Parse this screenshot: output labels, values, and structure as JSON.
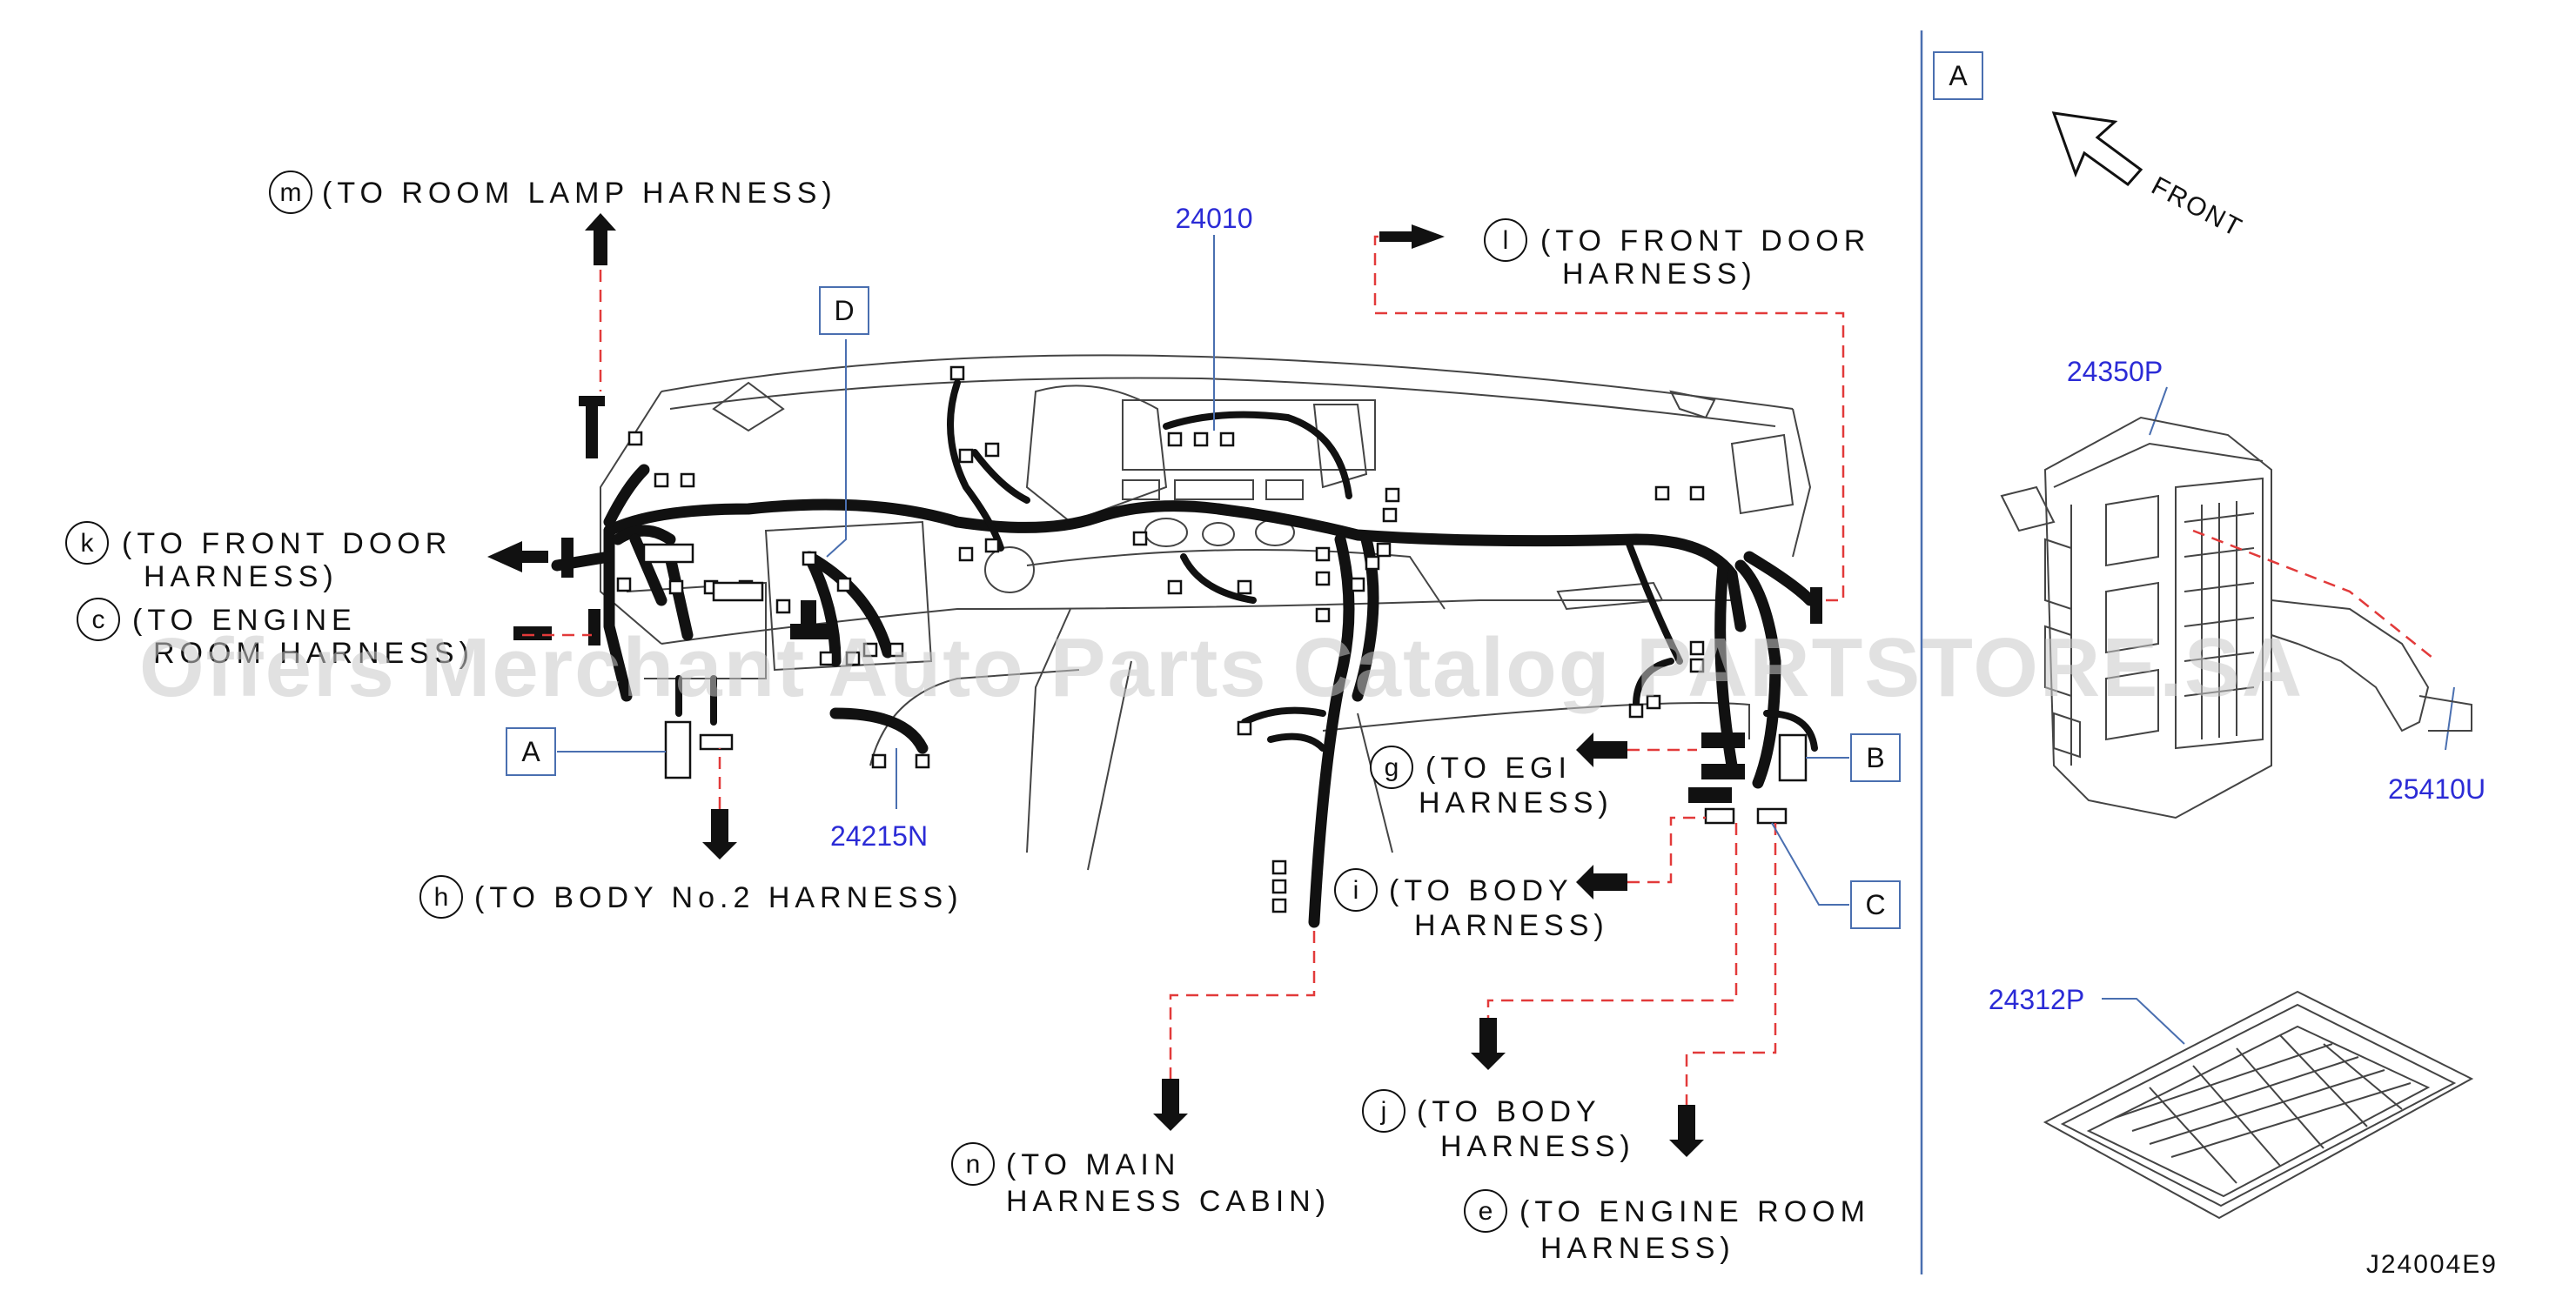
{
  "watermark": "Offers Merchant Auto Parts Catalog PARTSTORE.SA",
  "diagram_code": "J24004E9",
  "front_label": "FRONT",
  "part_numbers": {
    "main_harness": "24010",
    "sub_harness": "24215N",
    "junction_block": "24350P",
    "fuse_label": "24312P",
    "relay": "25410U"
  },
  "detail_views": {
    "a": "A",
    "b": "B",
    "c": "C",
    "d": "D",
    "inset": "A"
  },
  "connections": [
    {
      "letter": "m",
      "lines": [
        "(TO  ROOM  LAMP  HARNESS)"
      ]
    },
    {
      "letter": "l",
      "lines": [
        "(TO  FRONT  DOOR",
        "HARNESS)"
      ]
    },
    {
      "letter": "k",
      "lines": [
        "(TO  FRONT  DOOR",
        "HARNESS)"
      ]
    },
    {
      "letter": "c",
      "lines": [
        "(TO  ENGINE",
        "ROOM  HARNESS)"
      ]
    },
    {
      "letter": "h",
      "lines": [
        "(TO  BODY  No.2  HARNESS)"
      ]
    },
    {
      "letter": "g",
      "lines": [
        "(TO  EGI",
        "HARNESS)"
      ]
    },
    {
      "letter": "i",
      "lines": [
        "(TO  BODY",
        "HARNESS)"
      ]
    },
    {
      "letter": "j",
      "lines": [
        "(TO  BODY",
        "HARNESS)"
      ]
    },
    {
      "letter": "n",
      "lines": [
        "(TO  MAIN",
        "HARNESS  CABIN)"
      ]
    },
    {
      "letter": "e",
      "lines": [
        "(TO  ENGINE  ROOM",
        "HARNESS)"
      ]
    }
  ]
}
